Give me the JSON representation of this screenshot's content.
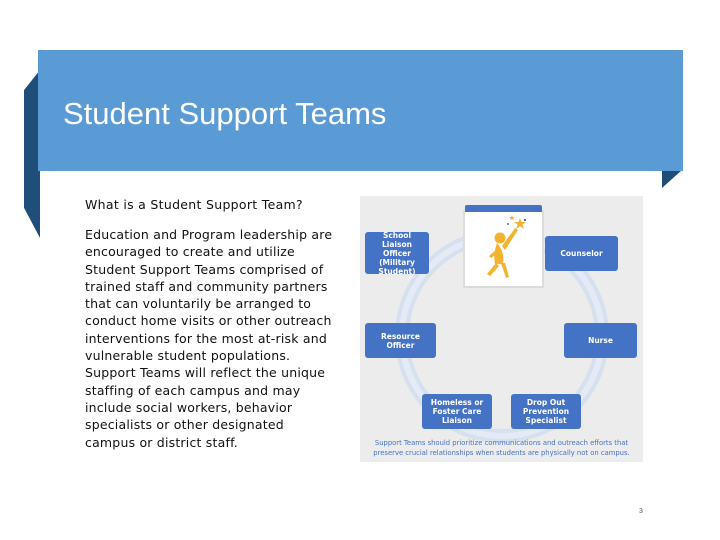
{
  "slide": {
    "title": "Student Support Teams",
    "question": "What is a Student Support Team?",
    "body": "Education and Program leadership are encouraged to create and utilize Student Support Teams comprised of trained staff and community partners that can voluntarily be arranged to conduct home visits or other outreach interventions for the most at-risk and vulnerable student populations. Support Teams will reflect the unique staffing of each campus and may include social workers, behavior specialists or other designated campus or district staff.",
    "page_number": "3"
  },
  "diagram": {
    "nodes": {
      "liaison": "School Liaison Officer (Military Student)",
      "counselor": "Counselor",
      "resource": "Resource Officer",
      "nurse": "Nurse",
      "homeless": "Homeless or Foster Care Liaison",
      "dropout": "Drop Out Prevention Specialist"
    },
    "center_icon": "student-reaching-star-icon",
    "caption": "Support Teams should prioritize communications and outreach efforts that preserve crucial relationships when students are physically not on campus."
  },
  "colors": {
    "title_bar": "#5b9bd5",
    "ribbon": "#1f4e79",
    "node_fill": "#4472c4",
    "ring": "#d6e0ef",
    "icon_yellow": "#f2b330"
  }
}
